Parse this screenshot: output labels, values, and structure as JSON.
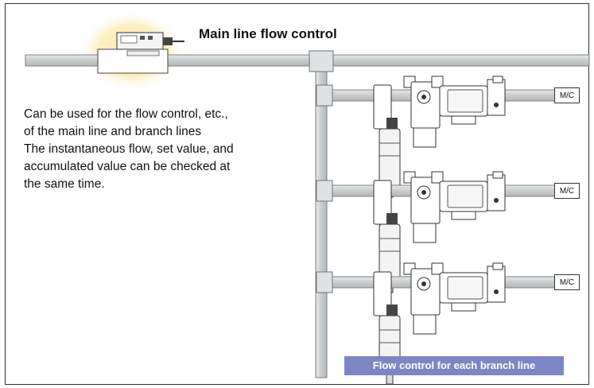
{
  "title": "Main line flow control",
  "description": {
    "lines": [
      "Can be used for the flow control, etc.,",
      "of the main line and branch lines",
      "The instantaneous flow, set value, and",
      "accumulated value can be checked at",
      "the same time."
    ]
  },
  "branches": [
    {
      "label": "M/C"
    },
    {
      "label": "M/C"
    },
    {
      "label": "M/C"
    }
  ],
  "caption": "Flow control for each branch line",
  "colors": {
    "pipe": "#cfd2d4",
    "pipe_edge": "#7d8285",
    "highlight": "#fbe7a6",
    "caption_bg": "#7d86c4"
  }
}
